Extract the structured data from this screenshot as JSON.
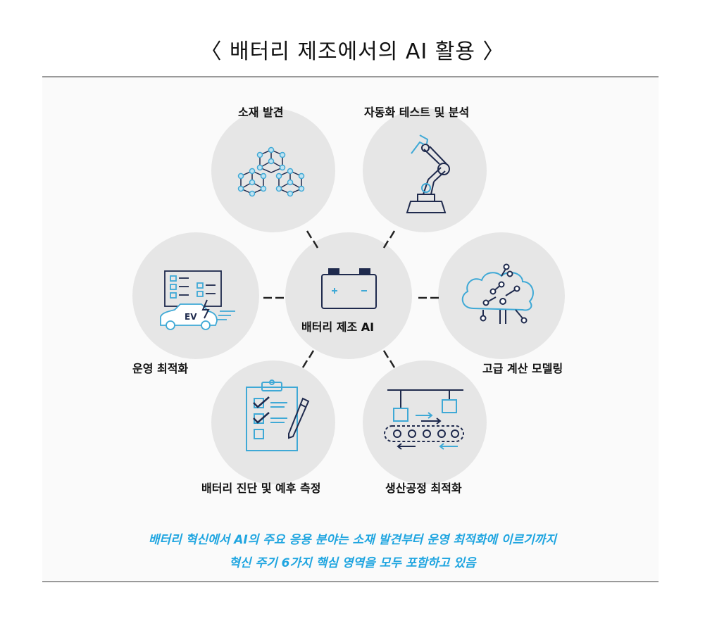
{
  "title": "〈 배터리 제조에서의 AI 활용 〉",
  "center": {
    "label": "배터리 제조 AI",
    "icon": "battery-icon"
  },
  "nodes": [
    {
      "label": "소재 발견",
      "icon": "molecule-icon"
    },
    {
      "label": "자동화 테스트 및 분석",
      "icon": "robot-arm-icon"
    },
    {
      "label": "고급 계산 모델링",
      "icon": "cloud-circuit-icon"
    },
    {
      "label": "생산공정 최적화",
      "icon": "conveyor-icon"
    },
    {
      "label": "배터리 진단 및 예후 측정",
      "icon": "clipboard-checklist-icon"
    },
    {
      "label": "운영 최적화",
      "icon": "ev-dashboard-icon"
    }
  ],
  "caption": {
    "line1": "배터리 혁신에서 AI의 주요 응용 분야는 소재 발견부터 운영 최적화에 이르기까지",
    "line2": "혁신 주기 6가지 핵심 영역을 모두 포함하고 있음"
  },
  "colors": {
    "circle": "#e6e6e6",
    "icon_navy": "#1f2a4d",
    "icon_blue": "#3fa9d6",
    "caption": "#1fa5e0",
    "rule": "#9a9a9a"
  }
}
